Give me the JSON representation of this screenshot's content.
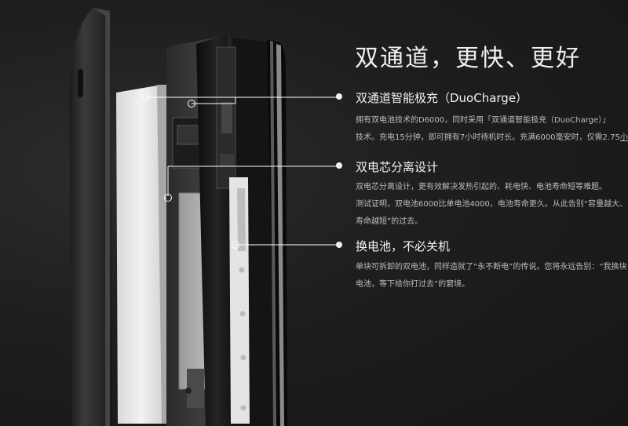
{
  "title": "双通道，更快、更好",
  "features": [
    {
      "heading": "双通道智能极充（DuoCharge）",
      "lines": [
        "拥有双电池技术的D6000，同时采用「双通道智能极充（DuoCharge）」",
        "技术。充电15分钟，即可拥有7小时待机时长。充满6000毫安时，仅需2.75"
      ],
      "underlined": "小时",
      "tail": "。"
    },
    {
      "heading": "双电芯分离设计",
      "lines": [
        "双电芯分离设计，更有效解决发热引起的、耗电快、电池寿命短等难题。",
        "测试证明，双电池6000比单电池4000，电池寿命更久。从此告别“容量越大、",
        "寿命越短”的过去。"
      ]
    },
    {
      "heading": "换电池，不必关机",
      "lines": [
        "单块可拆卸的双电池，同样造就了“永不断电”的传说。您将永远告别：“我换块",
        "电池，等下给你打过去”的窘境。"
      ]
    }
  ],
  "colors": {
    "background": "#1e1e1e",
    "heading": "#f2f2f2",
    "body_text": "#bcbcbc",
    "callout": "#ffffff"
  }
}
